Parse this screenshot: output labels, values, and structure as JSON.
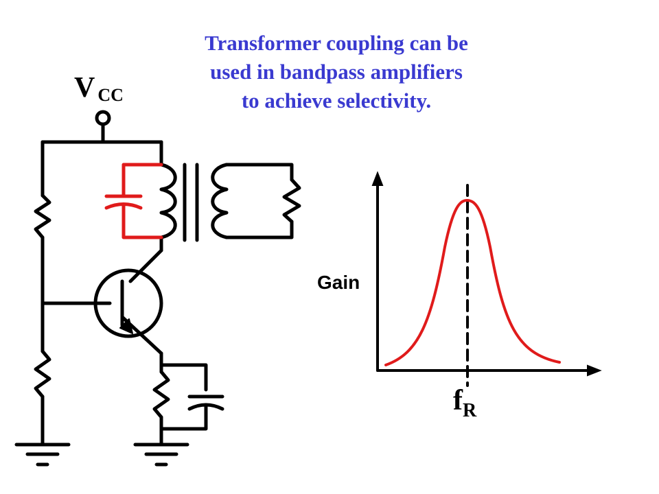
{
  "title": {
    "lines": [
      "Transformer coupling can be",
      "used in bandpass amplifiers",
      "to achieve selectivity."
    ]
  },
  "circuit": {
    "supply_label": "V",
    "supply_subscript": "CC"
  },
  "graph": {
    "ylabel": "Gain",
    "peak_label": "f",
    "peak_subscript": "R"
  },
  "colors": {
    "title": "#3a3ad0",
    "tank": "#e01b1b",
    "curve": "#e01b1b",
    "wire": "#000000"
  }
}
